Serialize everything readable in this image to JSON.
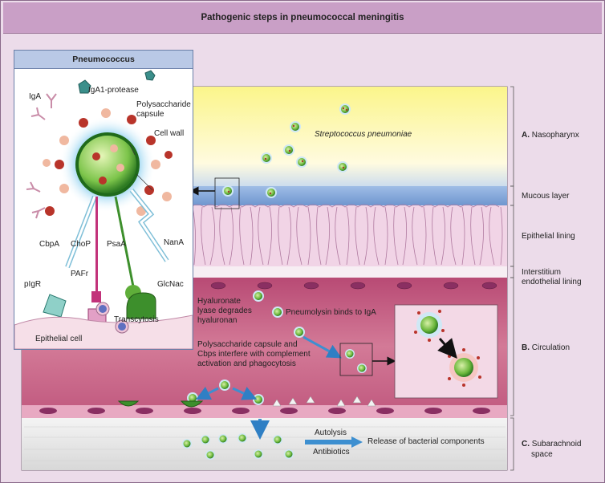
{
  "title": "Pathogenic steps in pneumococcal meningitis",
  "inset": {
    "title": "Pneumococcus",
    "labels": {
      "iga": "IgA",
      "iga1_protease": "IgA1-protease",
      "polysaccharide_capsule_1": "Polysaccharide",
      "polysaccharide_capsule_2": "capsule",
      "cell_wall": "Cell wall",
      "cbpa": "CbpA",
      "chop": "ChoP",
      "psaa": "PsaA",
      "nana": "NanA",
      "pafr": "PAFr",
      "pigr": "pIgR",
      "glcnac": "GlcNac",
      "transcytosis": "Transcytosis",
      "epithelial_cell": "Epithelial cell"
    }
  },
  "layers": {
    "nasopharynx": "Nasopharynx",
    "nasopharynx_letter": "A.",
    "mucous": "Mucous layer",
    "epithelial": "Epithelial lining",
    "interstitium_1": "Interstitium",
    "interstitium_2": "endothelial lining",
    "circulation": "Circulation",
    "circulation_letter": "B.",
    "subarachnoid_1": "Subarachnoid",
    "subarachnoid_2": "space",
    "subarachnoid_letter": "C."
  },
  "annotations": {
    "strep": "Streptococcus pneumoniae",
    "hyal_1": "Hyaluronate",
    "hyal_2": "lyase degrades",
    "hyal_3": "hyaluronan",
    "pneumolysin": "Pneumolysin binds to IgA",
    "capsule_1": "Polysaccharide capsule and",
    "capsule_2": "Cbps interfere with complement",
    "capsule_3": "activation and phagocytosis",
    "autolysis": "Autolysis",
    "antibiotics": "Antibiotics",
    "release": "Release of bacterial components"
  },
  "colors": {
    "title_bar": "#c99fc6",
    "inset_header": "#b9c9e6",
    "circulation": "#c05d82",
    "bacterium_green": "#5fae3a",
    "arrow_blue": "#3d8fd0"
  }
}
